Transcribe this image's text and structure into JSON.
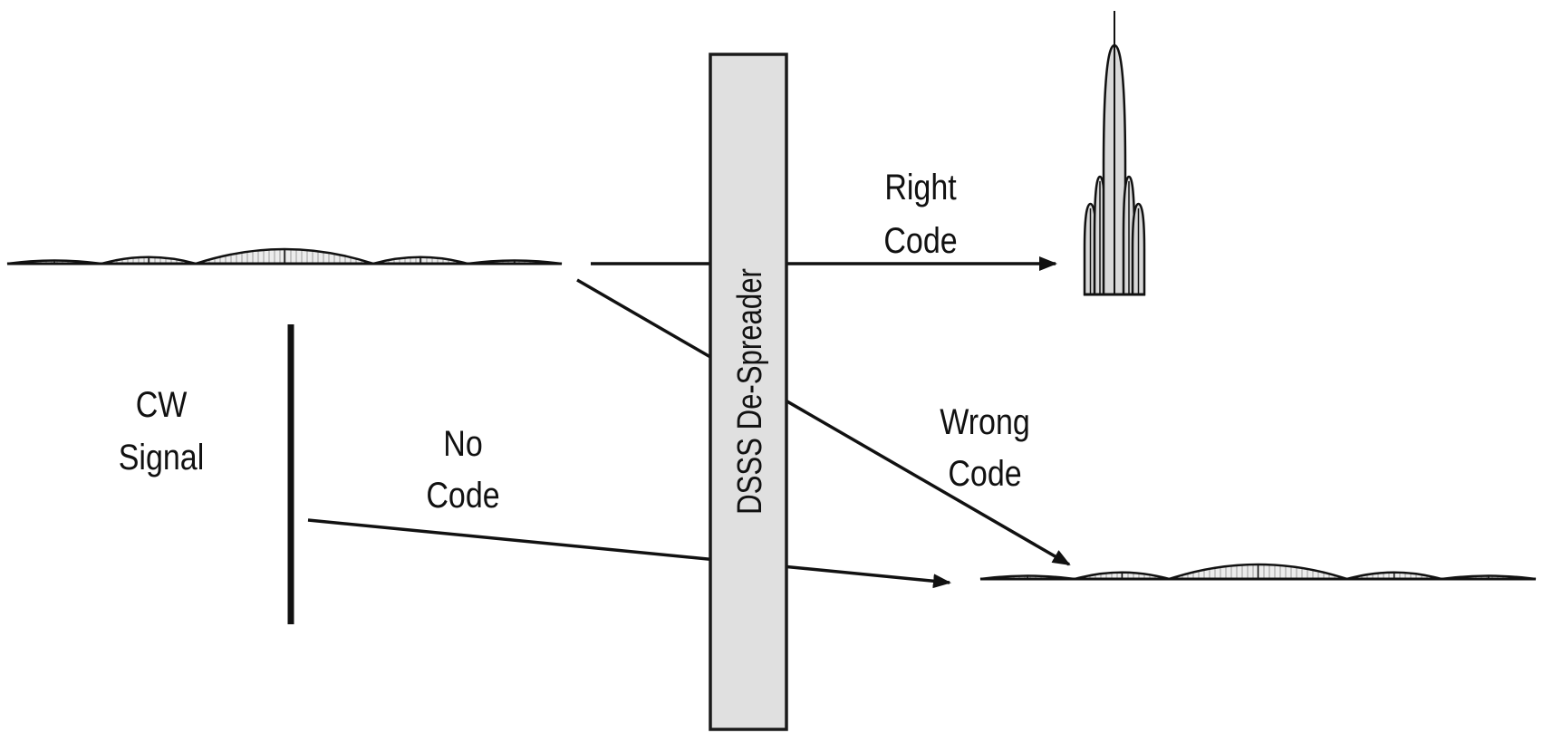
{
  "diagram": {
    "title": "DSSS De-Spreading",
    "despreader": {
      "label": "DSSS De-Spreader",
      "fill": "#e0e0e0",
      "stroke": "#1a1a1a"
    },
    "labels": {
      "right_code": [
        "Right",
        "Code"
      ],
      "wrong_code": [
        "Wrong",
        "Code"
      ],
      "no_code": [
        "No",
        "Code"
      ],
      "cw_signal": [
        "CW",
        "Signal"
      ]
    },
    "nodes": [
      {
        "id": "input-spread-spectrum",
        "kind": "spread-spectrum"
      },
      {
        "id": "cw-signal",
        "kind": "narrowband-line"
      },
      {
        "id": "despread-spike",
        "kind": "narrowband-spike"
      },
      {
        "id": "output-spread-spectrum",
        "kind": "spread-spectrum"
      }
    ],
    "edges": [
      {
        "from": "input-spread-spectrum",
        "to": "despread-spike",
        "label": "Right Code"
      },
      {
        "from": "input-spread-spectrum",
        "to": "output-spread-spectrum",
        "label": "Wrong Code"
      },
      {
        "from": "cw-signal",
        "to": "output-spread-spectrum",
        "label": "No Code"
      }
    ],
    "colors": {
      "line": "#111111",
      "hatch": "#9a9a9a",
      "spectrum_fill": "#d8d8d8"
    }
  }
}
